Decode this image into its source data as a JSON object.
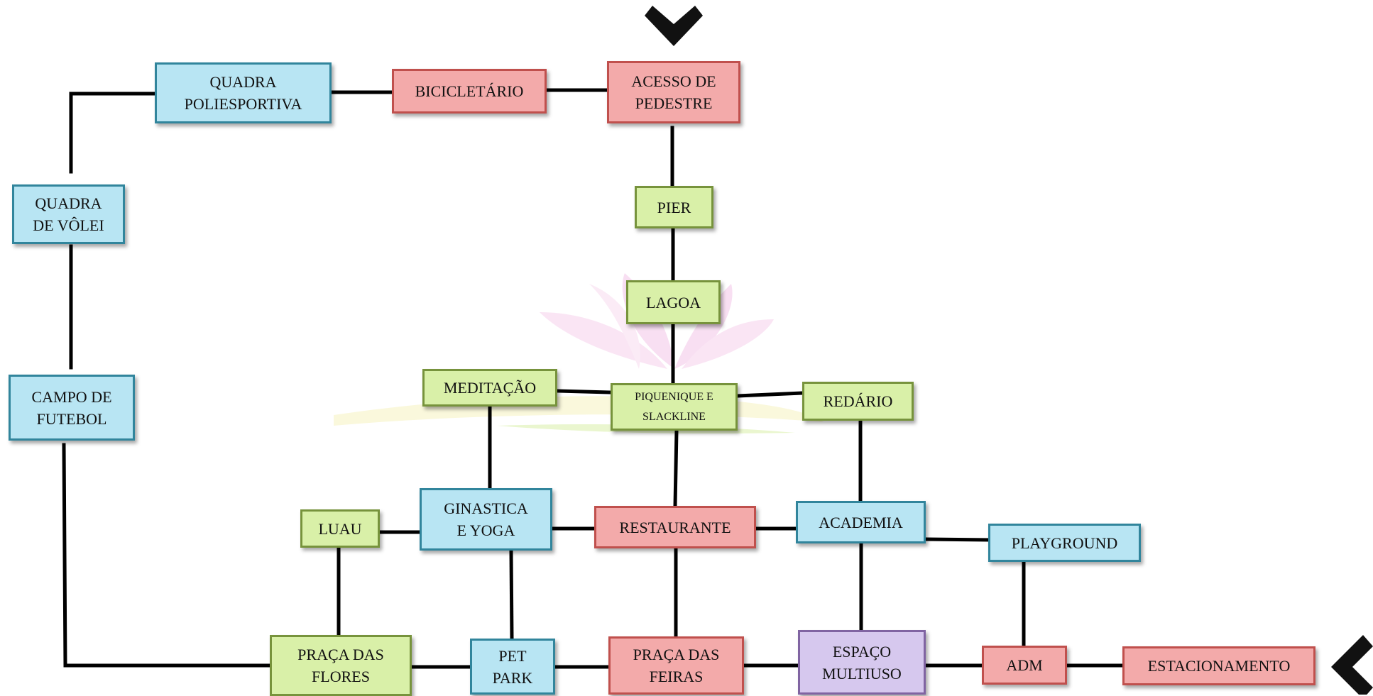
{
  "colors": {
    "red": "#f3aaaa",
    "blue": "#b8e5f3",
    "green": "#d9f0a8",
    "purple": "#d6c8ee",
    "connector": "#000000",
    "watermark": "#f3c6e8"
  },
  "icons": [
    "entrance-arrow-top-icon",
    "entrance-arrow-right-icon",
    "lotus-watermark-icon"
  ],
  "nodes": {
    "acesso": "ACESSO DE\nPEDESTRE",
    "bicicletario": "BICICLETÁRIO",
    "quadra_poli": "QUADRA\nPOLIESPORTIVA",
    "quadra_volei": "QUADRA\nDE VÔLEI",
    "campo": "CAMPO DE\nFUTEBOL",
    "pier": "PIER",
    "lagoa": "LAGOA",
    "meditacao": "MEDITAÇÃO",
    "piquenique": "PIQUENIQUE E\nSLACKLINE",
    "redario": "REDÁRIO",
    "luau": "LUAU",
    "ginastica": "GINASTICA\nE YOGA",
    "restaurante": "RESTAURANTE",
    "academia": "ACADEMIA",
    "playground": "PLAYGROUND",
    "praca_flores": "PRAÇA DAS\nFLORES",
    "pet_park": "PET\nPARK",
    "praca_feiras": "PRAÇA DAS\nFEIRAS",
    "espaco": "ESPAÇO\nMULTIUSO",
    "adm": "ADM",
    "estacionamento": "ESTACIONAMENTO"
  }
}
